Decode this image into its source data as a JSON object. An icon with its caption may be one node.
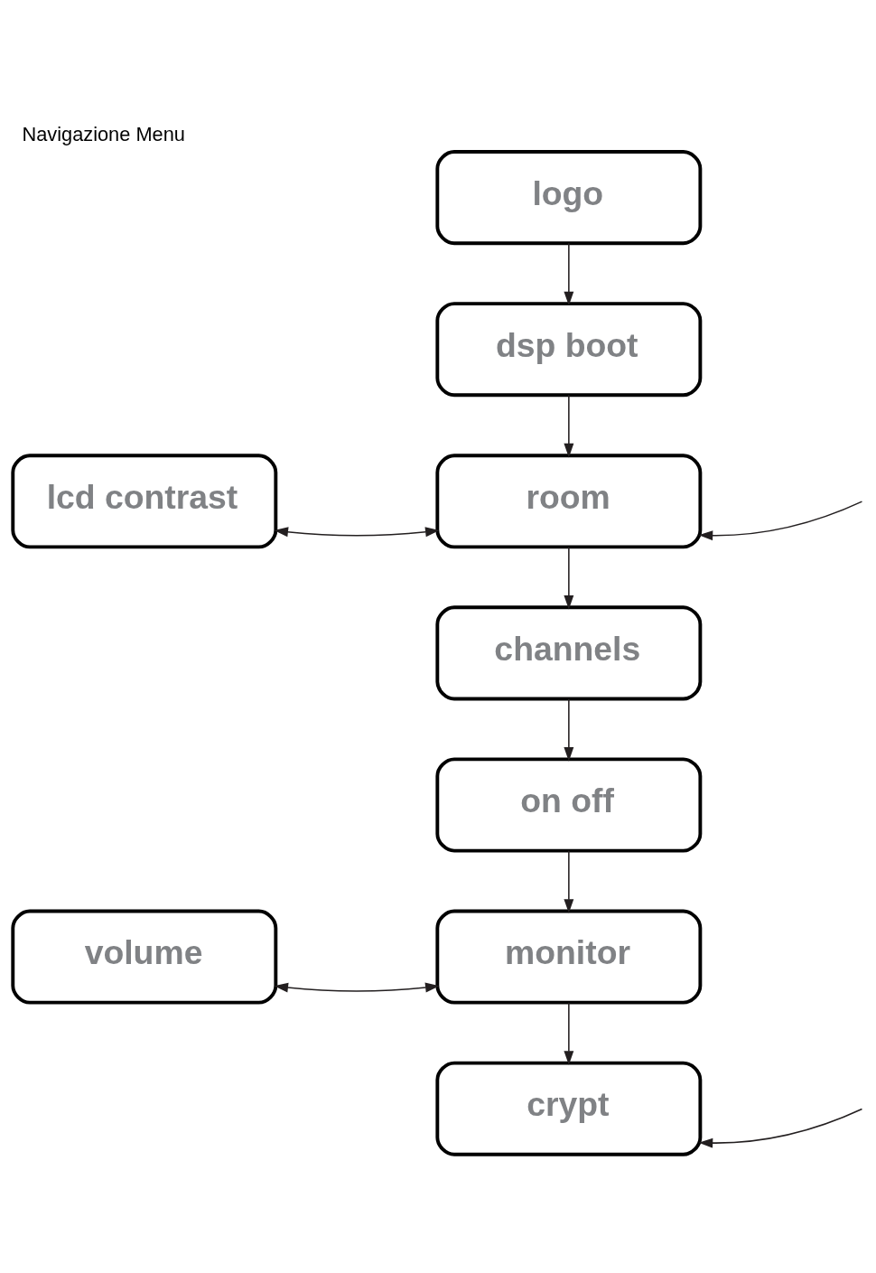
{
  "diagram": {
    "title": "Navigazione Menu",
    "nodes": [
      {
        "text": [
          "logo"
        ]
      },
      {
        "text": [
          "dsp boot"
        ]
      },
      {
        "text": [
          "lcd contrast"
        ]
      },
      {
        "text": [
          "room"
        ]
      },
      {
        "text": [
          "channels"
        ]
      },
      {
        "text": [
          "on off"
        ]
      },
      {
        "text": [
          "volume"
        ]
      },
      {
        "text": [
          "monitor"
        ]
      },
      {
        "text": [
          "crypt"
        ]
      }
    ],
    "edges": [
      {
        "from": 0,
        "to": 1,
        "arrow": "to"
      },
      {
        "from": 1,
        "to": 3,
        "arrow": "to"
      },
      {
        "from": 2,
        "to": 3,
        "arrow": "both"
      },
      {
        "from": null,
        "to": 3,
        "arrow": "to"
      },
      {
        "from": 3,
        "to": 4,
        "arrow": "to"
      },
      {
        "from": 4,
        "to": 5,
        "arrow": "to"
      },
      {
        "from": 5,
        "to": 7,
        "arrow": "to"
      },
      {
        "from": 6,
        "to": 7,
        "arrow": "both"
      },
      {
        "from": 7,
        "to": 8,
        "arrow": "to"
      },
      {
        "from": null,
        "to": 8,
        "arrow": "to"
      }
    ]
  }
}
